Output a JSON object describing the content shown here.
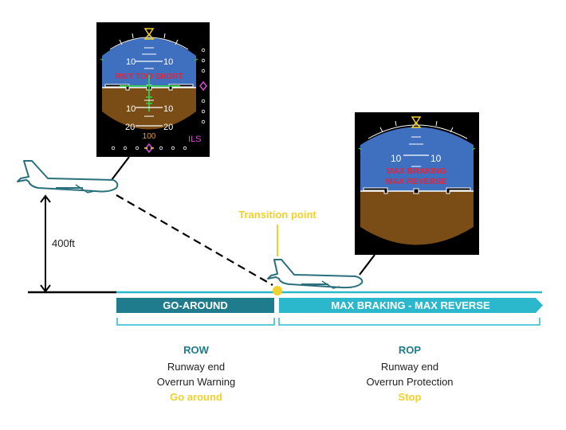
{
  "colors": {
    "teal_dark": "#1e7c8c",
    "teal_light": "#2cb8cc",
    "teal_outline": "#2a6f7c",
    "yellow": "#f2d12c",
    "sky": "#3f6fbf",
    "ground": "#7a4c16",
    "alert_red": "#e6253a",
    "ils_magenta": "#d64bd6"
  },
  "pfd_row": {
    "alert_text": "RWY TOO SHORT",
    "pitch_labels_upper": [
      "10",
      "10"
    ],
    "pitch_labels_lower_10": [
      "10",
      "10"
    ],
    "pitch_labels_lower_20": [
      "20",
      "20"
    ],
    "value_100": "100",
    "ils_label": "ILS"
  },
  "pfd_rop": {
    "alert_line1": "MAX BRAKING",
    "alert_line2": "MAX REVERSE",
    "pitch_labels": [
      "10",
      "10"
    ]
  },
  "diagram": {
    "altitude_label": "400ft",
    "transition_label": "Transition point",
    "goaround_bar_label": "GO-AROUND",
    "maxbraking_bar_label": "MAX BRAKING - MAX REVERSE"
  },
  "row": {
    "title": "ROW",
    "line1": "Runway end",
    "line2": "Overrun Warning",
    "action": "Go around"
  },
  "rop": {
    "title": "ROP",
    "line1": "Runway end",
    "line2": "Overrun Protection",
    "action": "Stop"
  }
}
